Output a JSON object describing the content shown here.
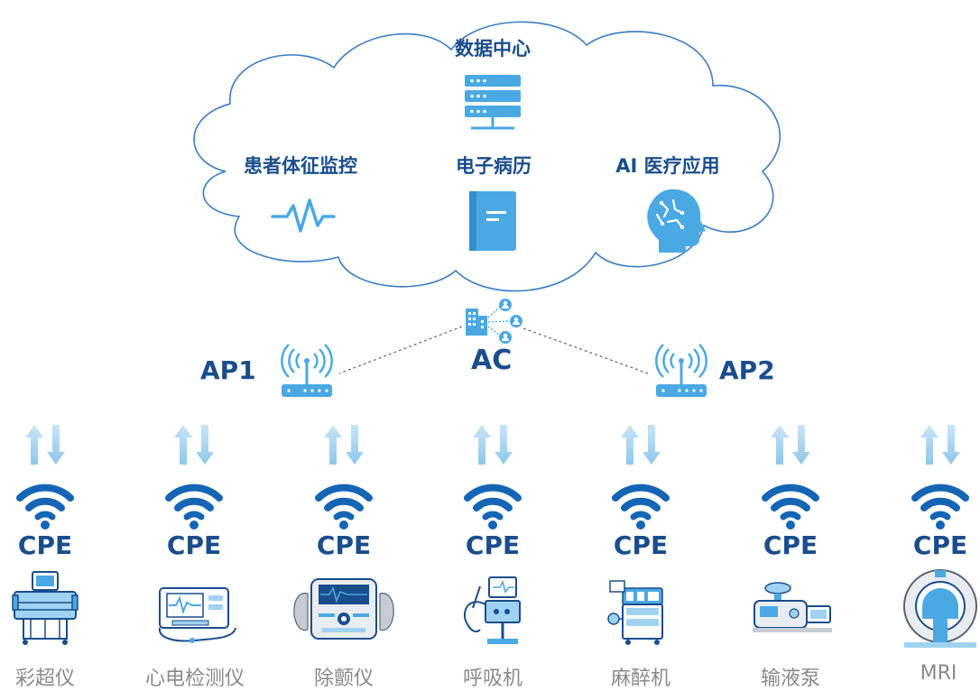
{
  "cloud": {
    "center_title": "数据中心",
    "left_title": "患者体征监控",
    "middle_title": "电子病历",
    "right_title": "AI 医疗应用"
  },
  "controller": {
    "label": "AC"
  },
  "access_points": [
    {
      "label": "AP1"
    },
    {
      "label": "AP2"
    }
  ],
  "columns": [
    {
      "cpe": "CPE",
      "device": "彩超仪",
      "icon": "ultrasound-machine-icon"
    },
    {
      "cpe": "CPE",
      "device": "心电检测仪",
      "icon": "ecg-monitor-icon"
    },
    {
      "cpe": "CPE",
      "device": "除颤仪",
      "icon": "defibrillator-icon"
    },
    {
      "cpe": "CPE",
      "device": "呼吸机",
      "icon": "ventilator-icon"
    },
    {
      "cpe": "CPE",
      "device": "麻醉机",
      "icon": "anesthesia-machine-icon"
    },
    {
      "cpe": "CPE",
      "device": "输液泵",
      "icon": "infusion-pump-icon"
    },
    {
      "cpe": "CPE",
      "device": "MRI",
      "icon": "mri-scanner-icon"
    }
  ],
  "colors": {
    "cloud_stroke": "#3a7cc4",
    "label_dark_blue": "#1a4d8c",
    "icon_blue": "#4aa9e3",
    "wifi_blue": "#1565b5",
    "arrow_light_blue": "#a9d4ef",
    "device_gray": "#8a8a8a"
  }
}
